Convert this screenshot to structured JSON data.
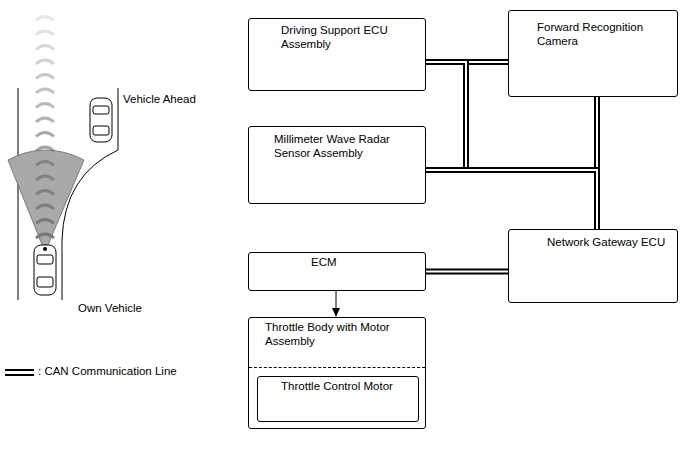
{
  "diagram": {
    "nodes": [
      {
        "text": [
          "Driving Support ECU Assembly"
        ]
      },
      {
        "text": [
          "Forward Recognition Camera"
        ]
      },
      {
        "text": [
          "Millimeter Wave Radar Sensor Assembly"
        ]
      },
      {
        "text": [
          "Network Gateway ECU"
        ]
      },
      {
        "text": [
          "ECM"
        ]
      },
      {
        "text": [
          "Throttle Body with Motor Assembly"
        ]
      },
      {
        "text": [
          "Throttle Control Motor"
        ],
        "in": 5
      }
    ],
    "edges": [
      {
        "from": 0,
        "to": 1,
        "arrow": "none"
      },
      {
        "from": 0,
        "to": 2,
        "arrow": "none"
      },
      {
        "from": 1,
        "to": 3,
        "arrow": "none"
      },
      {
        "from": 2,
        "to": 3,
        "arrow": "none"
      },
      {
        "from": 3,
        "to": 4,
        "arrow": "none"
      },
      {
        "from": 4,
        "to": 5,
        "arrow": "to"
      }
    ],
    "labels": [
      "Vehicle Ahead",
      "Own Vehicle"
    ],
    "legend": [
      {
        "text": ": CAN Communication Line"
      }
    ]
  }
}
